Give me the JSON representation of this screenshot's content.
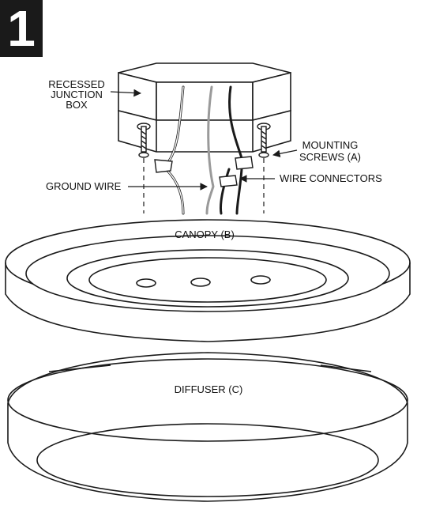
{
  "step_number": "1",
  "labels": {
    "junction_box": [
      "RECESSED",
      "JUNCTION",
      "BOX"
    ],
    "mounting_screws": [
      "MOUNTING",
      "SCREWS (A)"
    ],
    "ground_wire": "GROUND WIRE",
    "wire_connectors": "WIRE CONNECTORS",
    "canopy": "CANOPY (B)",
    "diffuser": "DIFFUSER (C)"
  },
  "colors": {
    "line": "#1a1a1a",
    "badge": "#1a1a1a",
    "ground_wire": "#9a9a9a"
  }
}
